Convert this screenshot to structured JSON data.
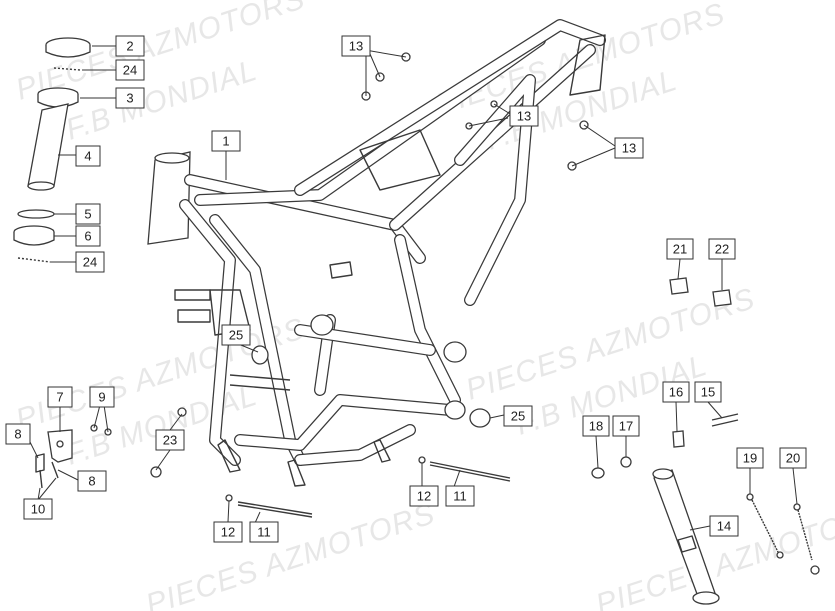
{
  "watermark": {
    "text_a": "PIECES AZMOTORS",
    "text_b": "F.B MONDIAL",
    "color": "#e7e7e7"
  },
  "icons": [
    "frame-drawing",
    "stand-drawing",
    "spring-drawing",
    "bolt-drawing",
    "bearing-drawing"
  ],
  "callouts": [
    {
      "id": "c2",
      "text": "2"
    },
    {
      "id": "c24a",
      "text": "24"
    },
    {
      "id": "c3",
      "text": "3"
    },
    {
      "id": "c4",
      "text": "4"
    },
    {
      "id": "c5",
      "text": "5"
    },
    {
      "id": "c6",
      "text": "6"
    },
    {
      "id": "c24b",
      "text": "24"
    },
    {
      "id": "c1",
      "text": "1"
    },
    {
      "id": "c13a",
      "text": "13"
    },
    {
      "id": "c13b",
      "text": "13"
    },
    {
      "id": "c13c",
      "text": "13"
    },
    {
      "id": "c21",
      "text": "21"
    },
    {
      "id": "c22",
      "text": "22"
    },
    {
      "id": "c25a",
      "text": "25"
    },
    {
      "id": "c25b",
      "text": "25"
    },
    {
      "id": "c7",
      "text": "7"
    },
    {
      "id": "c9",
      "text": "9"
    },
    {
      "id": "c8a",
      "text": "8"
    },
    {
      "id": "c8b",
      "text": "8"
    },
    {
      "id": "c10",
      "text": "10"
    },
    {
      "id": "c23",
      "text": "23"
    },
    {
      "id": "c12a",
      "text": "12"
    },
    {
      "id": "c11a",
      "text": "11"
    },
    {
      "id": "c12b",
      "text": "12"
    },
    {
      "id": "c11b",
      "text": "11"
    },
    {
      "id": "c16",
      "text": "16"
    },
    {
      "id": "c15",
      "text": "15"
    },
    {
      "id": "c18",
      "text": "18"
    },
    {
      "id": "c17",
      "text": "17"
    },
    {
      "id": "c19",
      "text": "19"
    },
    {
      "id": "c20",
      "text": "20"
    },
    {
      "id": "c14",
      "text": "14"
    }
  ]
}
